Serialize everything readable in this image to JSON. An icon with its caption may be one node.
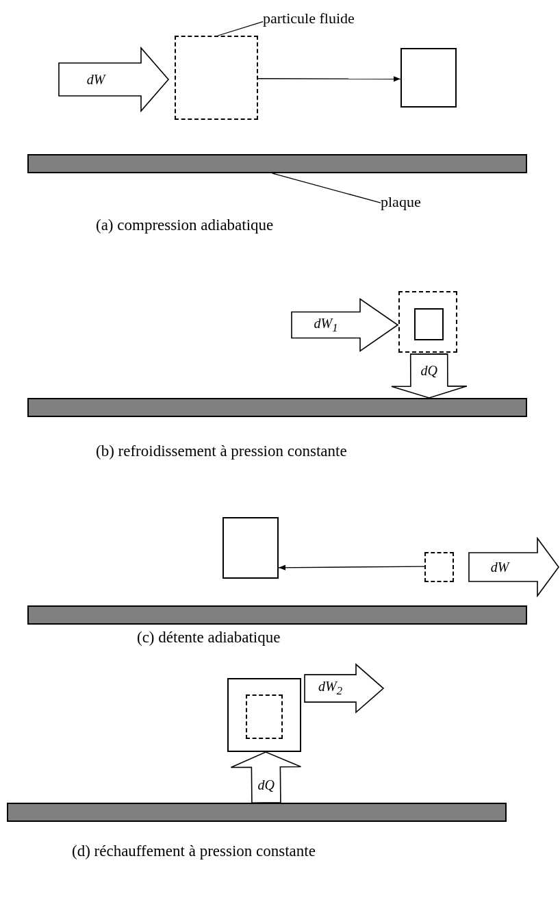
{
  "diagram": {
    "nodes": [
      {
        "text": [],
        "shape": "box"
      },
      {
        "text": [],
        "shape": "box"
      },
      {
        "text": [],
        "shape": "bar"
      },
      {
        "text": [
          "particule fluide"
        ]
      },
      {
        "text": [
          "plaque"
        ]
      },
      {
        "text": [],
        "shape": "box"
      },
      {
        "text": [],
        "shape": "box",
        "in": 5
      },
      {
        "text": [],
        "shape": "bar"
      },
      {
        "text": [],
        "shape": "box"
      },
      {
        "text": [],
        "shape": "box"
      },
      {
        "text": [],
        "shape": "bar"
      },
      {
        "text": [],
        "shape": "box"
      },
      {
        "text": [],
        "shape": "box",
        "in": 11
      },
      {
        "text": [],
        "shape": "bar"
      }
    ],
    "edges": [
      {
        "from": null,
        "to": 0,
        "arrow": "to",
        "label": "dW",
        "style": "thick"
      },
      {
        "from": 0,
        "to": 1,
        "arrow": "to"
      },
      {
        "from": 3,
        "to": 0,
        "arrow": "none"
      },
      {
        "from": 4,
        "to": 2,
        "arrow": "none"
      },
      {
        "from": null,
        "to": 5,
        "arrow": "to",
        "label": "dW$_{1}$",
        "style": "thick"
      },
      {
        "from": 5,
        "to": 7,
        "arrow": "to",
        "label": "dQ",
        "style": "thick"
      },
      {
        "from": 9,
        "to": 8,
        "arrow": "to"
      },
      {
        "from": 9,
        "to": null,
        "arrow": "to",
        "label": "dW",
        "style": "thick"
      },
      {
        "from": 11,
        "to": null,
        "arrow": "to",
        "label": "dW$_{2}$",
        "style": "thick"
      },
      {
        "from": 13,
        "to": 11,
        "arrow": "to",
        "label": "dQ",
        "style": "thick"
      }
    ],
    "labels": [
      "(a) compression adiabatique",
      "(b) refroidissement à pression constante",
      "(c) détente adiabatique",
      "(d) réchauffement à pression constante"
    ]
  }
}
